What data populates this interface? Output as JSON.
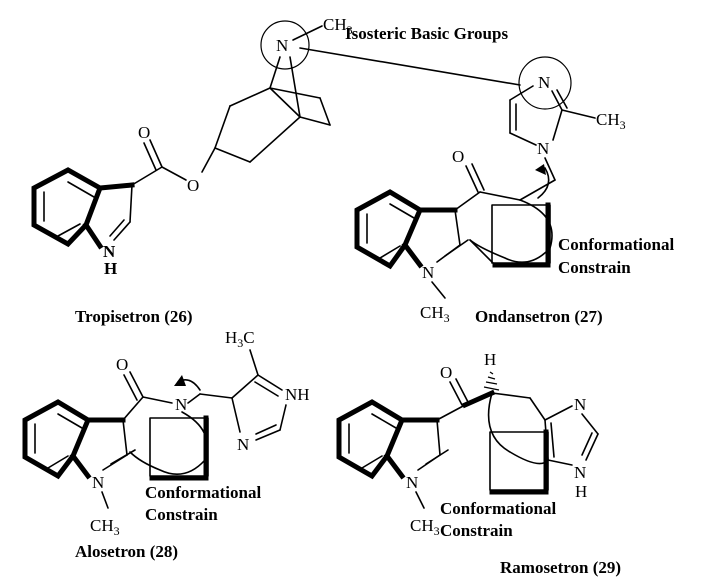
{
  "labels": {
    "isosteric": "Isosteric Basic Groups",
    "tropisetron": "Tropisetron (26)",
    "ondansetron": "Ondansetron (27)",
    "alosetron": "Alosetron (28)",
    "ramosetron": "Ramosetron (29)",
    "conf1_line1": "Conformational",
    "conf1_line2": "Constrain",
    "conf2_line1": "Conformational",
    "conf2_line2": "Constrain",
    "conf3_line1": "Conformational",
    "conf3_line2": "Constrain"
  },
  "atoms": {
    "N": "N",
    "NH": "NH",
    "H": "H",
    "O": "O",
    "CH": "CH",
    "three": "3",
    "H3C_H": "H",
    "H3C_3": "3",
    "H3C_C": "C"
  }
}
